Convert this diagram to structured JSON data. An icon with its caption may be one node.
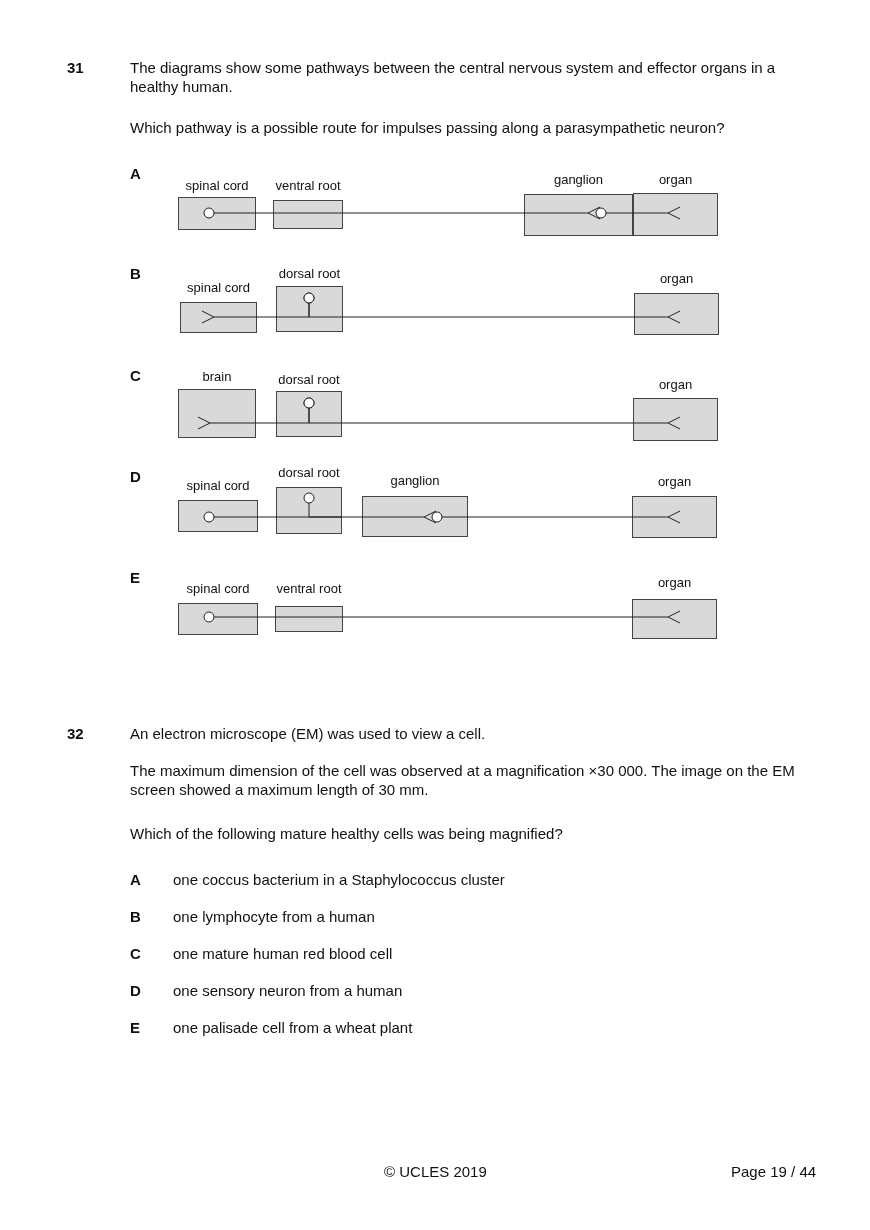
{
  "diagram": {
    "nodes": [
      {
        "text": [
          "spinal cord"
        ]
      },
      {
        "text": [
          "ventral root"
        ]
      },
      {
        "text": [
          "ganglion"
        ]
      },
      {
        "text": [
          "organ"
        ]
      },
      {
        "text": [
          "spinal cord"
        ]
      },
      {
        "text": [
          "dorsal root"
        ]
      },
      {
        "text": [
          "organ"
        ]
      },
      {
        "text": [
          "brain"
        ]
      },
      {
        "text": [
          "dorsal root"
        ]
      },
      {
        "text": [
          "organ"
        ]
      },
      {
        "text": [
          "spinal cord"
        ]
      },
      {
        "text": [
          "dorsal root"
        ]
      },
      {
        "text": [
          "ganglion"
        ]
      },
      {
        "text": [
          "organ"
        ]
      },
      {
        "text": [
          "spinal cord"
        ]
      },
      {
        "text": [
          "ventral root"
        ]
      },
      {
        "text": [
          "organ"
        ]
      }
    ],
    "edges": [
      {
        "from": 0,
        "to": 1,
        "arrow": "other"
      },
      {
        "from": 1,
        "to": 2,
        "arrow": "other"
      },
      {
        "from": 2,
        "to": 3,
        "arrow": "other"
      },
      {
        "from": 5,
        "to": 4,
        "arrow": "other"
      },
      {
        "from": 5,
        "to": 6,
        "arrow": "other"
      },
      {
        "from": 8,
        "to": 7,
        "arrow": "other"
      },
      {
        "from": 8,
        "to": 9,
        "arrow": "other"
      },
      {
        "from": 10,
        "to": 11,
        "arrow": "other"
      },
      {
        "from": 11,
        "to": 12,
        "arrow": "other"
      },
      {
        "from": 12,
        "to": 13,
        "arrow": "other"
      },
      {
        "from": 14,
        "to": 15,
        "arrow": "other"
      },
      {
        "from": 15,
        "to": 16,
        "arrow": "other"
      }
    ],
    "labels": [
      "31",
      "The diagrams show some pathways between the central nervous system and effector organs in a healthy human.",
      "Which pathway is a possible route for impulses passing along a parasympathetic neuron?",
      "A",
      "B",
      "C",
      "D",
      "E",
      "32",
      "An electron microscope (EM) was used to view a cell.",
      "The maximum dimension of the cell was observed at a magnification ×30 000. The image on the EM screen showed a maximum length of 30 mm.",
      "Which of the following mature healthy cells was being magnified?",
      "A",
      "one coccus bacterium in a Staphylococcus cluster",
      "B",
      "one lymphocyte from a human",
      "C",
      "one mature human red blood cell",
      "D",
      "one sensory neuron from a human",
      "E",
      "one palisade cell from a wheat plant",
      "© UCLES 2019",
      "Page 19 / 44"
    ]
  }
}
